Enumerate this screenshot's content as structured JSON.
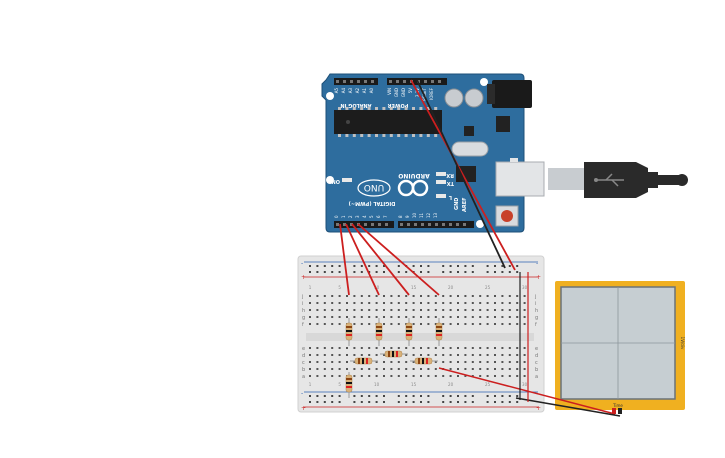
{
  "canvas": {
    "background": "#ffffff"
  },
  "arduino": {
    "board_color": "#2e6d9e",
    "label_uno": "UNO",
    "label_arduino": "ARDUINO",
    "label_digital": "DIGITAL (PWM~)",
    "label_analog_in": "ANALOG IN",
    "label_power": "POWER",
    "label_on": "ON",
    "label_tx": "TX",
    "label_rx": "RX",
    "label_l": "L",
    "label_aref": "AREF",
    "label_gnd": "GND",
    "analog_pins": [
      "A5",
      "A4",
      "A3",
      "A2",
      "A1",
      "A0"
    ],
    "power_pins": [
      "VIN",
      "GND",
      "GND",
      "5V",
      "3.3V",
      "RESET",
      "IOREF"
    ],
    "digital_pins": [
      "0",
      "1",
      "2",
      "3",
      "4",
      "5",
      "6",
      "7",
      "8",
      "9",
      "10",
      "11",
      "12",
      "13"
    ]
  },
  "usb": {
    "cable_color": "#2a2a2a"
  },
  "breadboard": {
    "body_color": "#e8e8e8",
    "rail_plus": "+",
    "rail_minus": "-",
    "row_letters_top": [
      "j",
      "i",
      "h",
      "g",
      "f"
    ],
    "row_letters_bottom": [
      "e",
      "d",
      "c",
      "b",
      "a"
    ],
    "column_numbers": [
      "1",
      "5",
      "10",
      "15",
      "20",
      "25",
      "30"
    ]
  },
  "oscilloscope": {
    "frame_color": "#f0b020",
    "screen_color": "#c6ced2",
    "label_side": "1V/div",
    "label_bottom": "Time"
  },
  "wires": {
    "red": "#cc1f1f",
    "black": "#222222"
  },
  "resistors": {
    "body_color": "#d9b27a"
  }
}
